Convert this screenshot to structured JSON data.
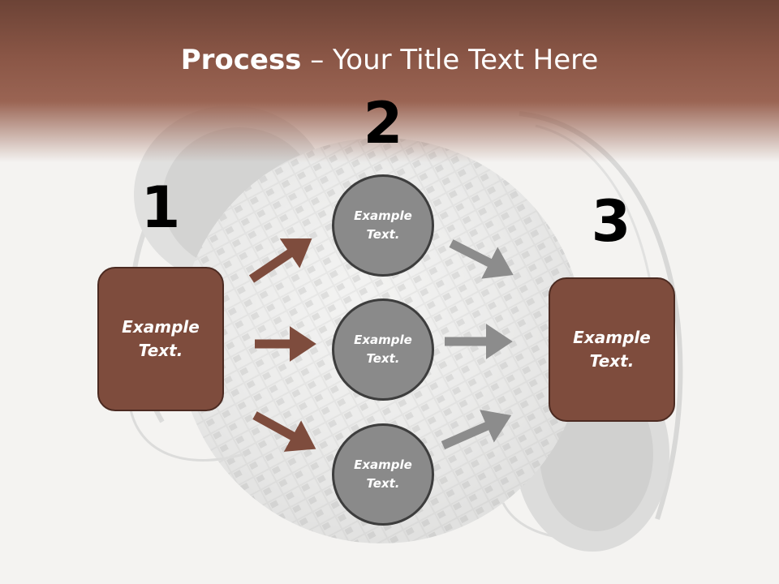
{
  "title": {
    "bold": "Process",
    "rest": " – Your Title Text Here"
  },
  "steps": [
    {
      "number": "1",
      "box_text": "Example\nText."
    },
    {
      "number": "2"
    },
    {
      "number": "3",
      "box_text": "Example\nText."
    }
  ],
  "circles": [
    {
      "text": "Example\nText."
    },
    {
      "text": "Example\nText."
    },
    {
      "text": "Example\nText."
    }
  ],
  "colors": {
    "brown_box": "#7e4c3d",
    "brown_arrow": "#7e4c3d",
    "grey_circle": "#8a8a8a",
    "grey_arrow": "#8c8c8c",
    "header": "#8a5646"
  }
}
